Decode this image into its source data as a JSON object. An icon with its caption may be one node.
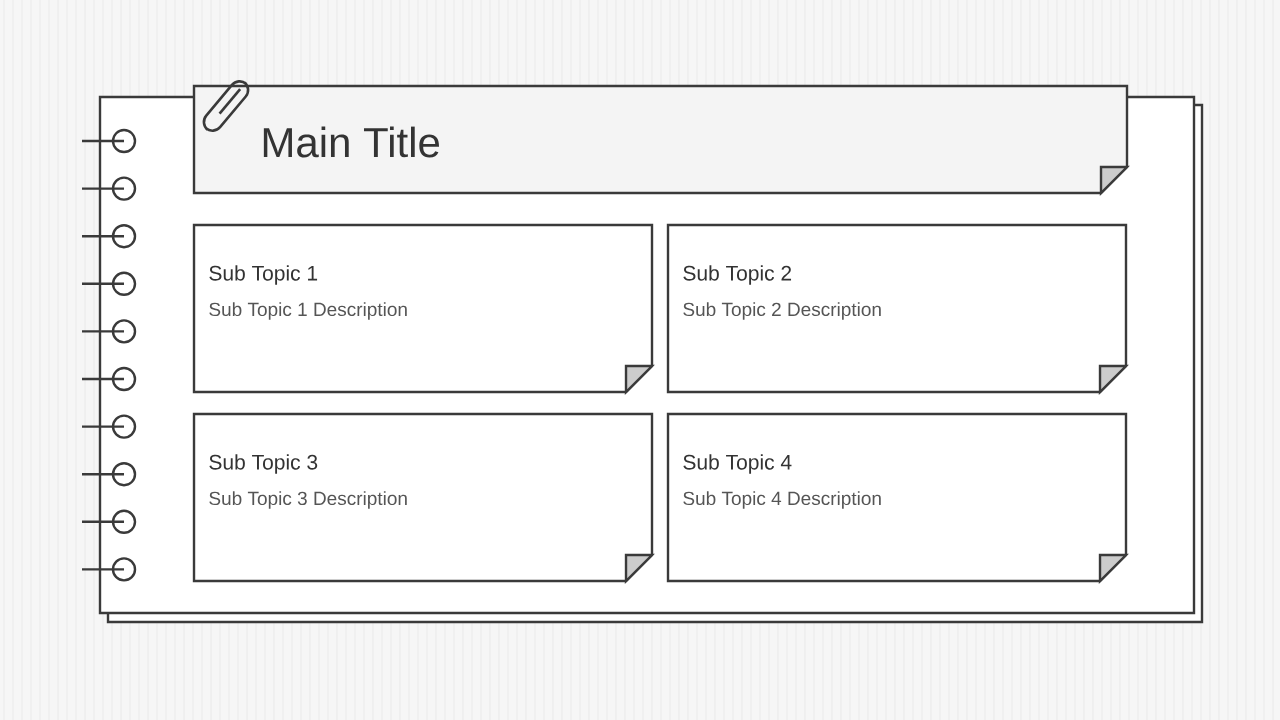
{
  "diagram": {
    "nodes": [
      {
        "text": [],
        "shape": "box"
      },
      {
        "text": [
          "Main Title"
        ],
        "in": 0
      },
      {
        "text": [
          "Sub Topic 1",
          "Sub Topic 1 Description"
        ],
        "in": 0
      },
      {
        "text": [
          "Sub Topic 2",
          "Sub Topic 2 Description"
        ],
        "in": 0
      },
      {
        "text": [
          "Sub Topic 3",
          "Sub Topic 3 Description"
        ],
        "in": 0
      },
      {
        "text": [
          "Sub Topic 4",
          "Sub Topic 4 Description"
        ],
        "in": 0
      }
    ]
  }
}
